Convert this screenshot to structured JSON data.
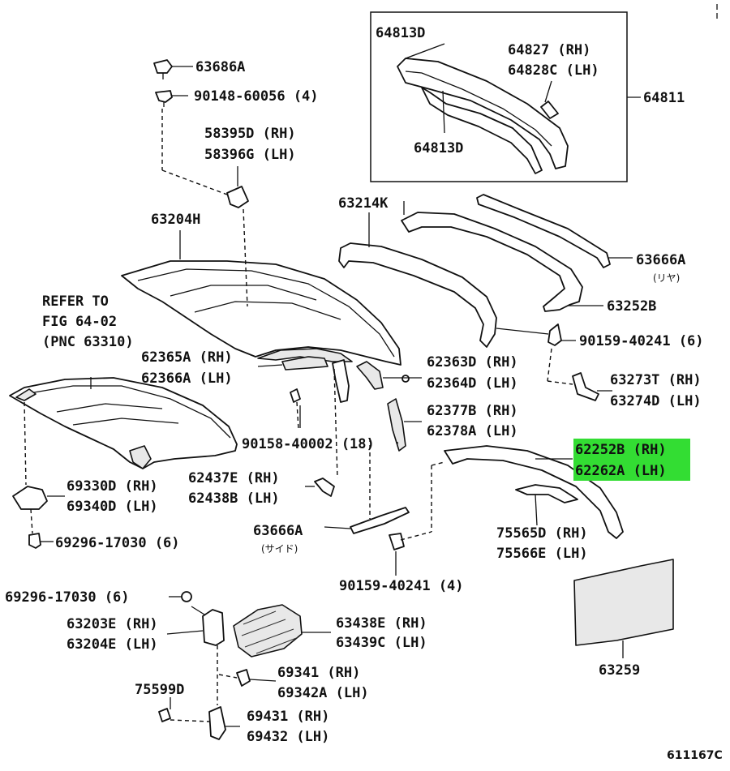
{
  "labels": {
    "p64813d_top": "64813D",
    "p64827": "64827 (RH)",
    "p64828c": "64828C (LH)",
    "p64811": "64811",
    "p64813d_bot": "64813D",
    "p63686a": "63686A",
    "p90148": "90148-60056 (4)",
    "p58395d": "58395D (RH)",
    "p58396g": "58396G (LH)",
    "p63214k": "63214K",
    "p63204h": "63204H",
    "p63666a_r": "63666A",
    "rear_note": "(リヤ)",
    "p63252b": "63252B",
    "refer1": "REFER TO",
    "refer2": "FIG 64-02",
    "refer3": "(PNC 63310)",
    "p90159_6": "90159-40241 (6)",
    "p62365a": "62365A (RH)",
    "p62366a": "62366A (LH)",
    "p62363d": "62363D (RH)",
    "p62364d": "62364D (LH)",
    "p63273t": "63273T (RH)",
    "p63274d": "63274D (LH)",
    "p62377b": "62377B (RH)",
    "p62378a": "62378A (LH)",
    "p90158": "90158-40002 (18)",
    "p62252b": "62252B (RH)",
    "p62262a": "62262A (LH)",
    "p69330d": "69330D (RH)",
    "p69340d": "69340D (LH)",
    "p62437e": "62437E (RH)",
    "p62438b": "62438B (LH)",
    "p63666a_s": "63666A",
    "side_note": "(サイド)",
    "p75565d": "75565D (RH)",
    "p75566e": "75566E (LH)",
    "p69296_a": "69296-17030 (6)",
    "p90159_4": "90159-40241 (4)",
    "p69296_b": "69296-17030 (6)",
    "p63203e": "63203E (RH)",
    "p63204e": "63204E (LH)",
    "p63438e": "63438E (RH)",
    "p63439c": "63439C (LH)",
    "p63259": "63259",
    "p69341": "69341 (RH)",
    "p69342a": "69342A (LH)",
    "p75599d": "75599D",
    "p69431": "69431 (RH)",
    "p69432": "69432 (LH)",
    "diagram_code": "611167C"
  },
  "highlight_color": "#33dd33"
}
